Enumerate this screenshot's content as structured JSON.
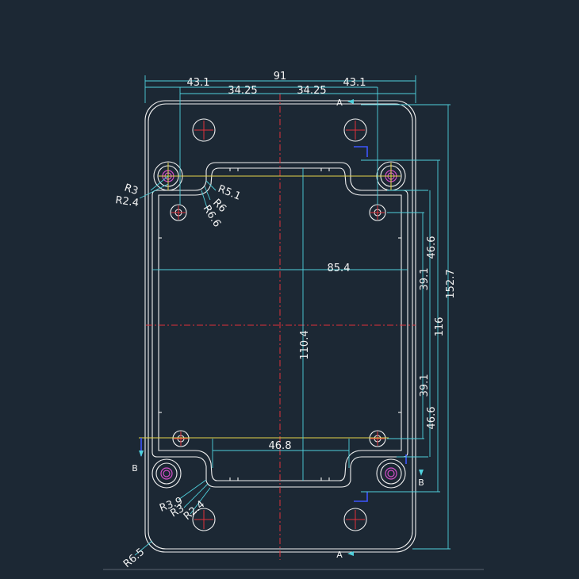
{
  "dims": {
    "overall_width": "91",
    "left_hole_offset": "43.1",
    "right_hole_offset": "43.1",
    "left_half": "34.25",
    "right_half": "34.25",
    "inner_width": "85.4",
    "inner_height": "110.4",
    "bottom_opening": "46.8",
    "overall_height": "152.7",
    "hole_pitch_vertical": "116",
    "upper_half_outer": "46.6",
    "upper_half_inner": "39.1",
    "lower_half_inner": "39.1",
    "lower_half_outer": "46.6"
  },
  "radii": {
    "top_left_outer": "R3",
    "top_left_inner": "R2.4",
    "top_r1": "R5.1",
    "top_r2": "R6",
    "top_r3": "R6.6",
    "bottom_r1": "R3.9",
    "bottom_r2": "R3",
    "bottom_r3": "R2.4",
    "corner": "R6.5"
  },
  "section_marks": {
    "a_top": "A",
    "a_bottom": "A",
    "b_left": "B",
    "b_right": "B"
  }
}
